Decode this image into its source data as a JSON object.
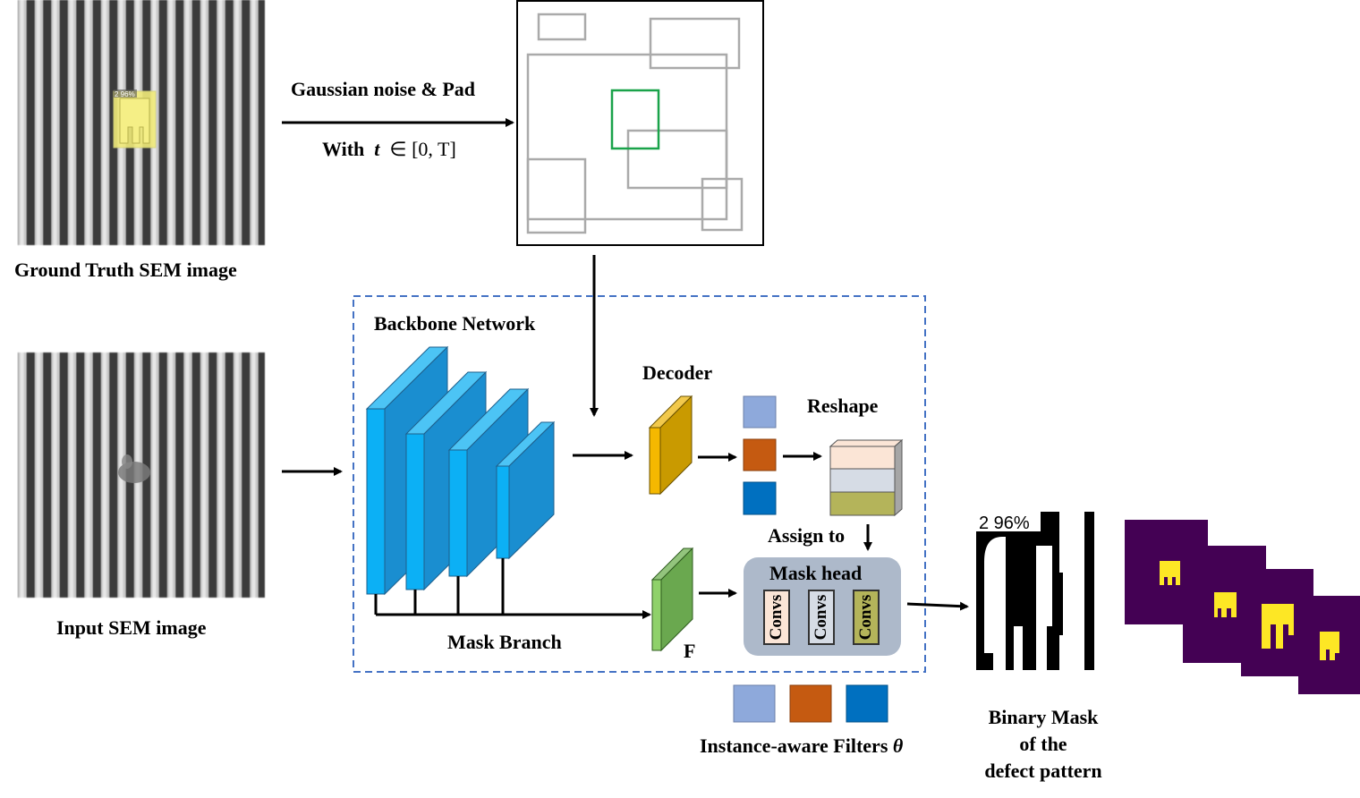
{
  "labels": {
    "gt_image": "Ground Truth SEM image",
    "input_image": "Input SEM image",
    "noise": "Gaussian noise & Pad",
    "with_t": "With",
    "t_var": "t",
    "t_range": "∈ [0, T]",
    "backbone": "Backbone Network",
    "decoder": "Decoder",
    "reshape": "Reshape",
    "assign": "Assign to",
    "mask_head": "Mask head",
    "conv": "Convs",
    "mask_branch": "Mask Branch",
    "feature": "F",
    "filters": "Instance-aware Filters",
    "theta": "θ",
    "binary_l1": "Binary Mask",
    "binary_l2": "of the",
    "binary_l3": "defect pattern",
    "gt_score": "2 96%",
    "mask_score": "2 96%"
  },
  "colors": {
    "backbone": "#0ea5e9",
    "decoder": "#d4a017",
    "feature": "#6aa84f",
    "filter_1": "#8ea9db",
    "filter_2": "#c55a11",
    "filter_3": "#0070c0",
    "reshape_1": "#fbe5d6",
    "reshape_2": "#d6dce5",
    "reshape_3": "#b4b45a",
    "mask_head_bg": "#adb9ca",
    "gt_box": "#1aa34a",
    "noise_box": "#aaaaaa",
    "dash": "#4472c4",
    "purple": "#440154",
    "yellow": "#fde725"
  }
}
